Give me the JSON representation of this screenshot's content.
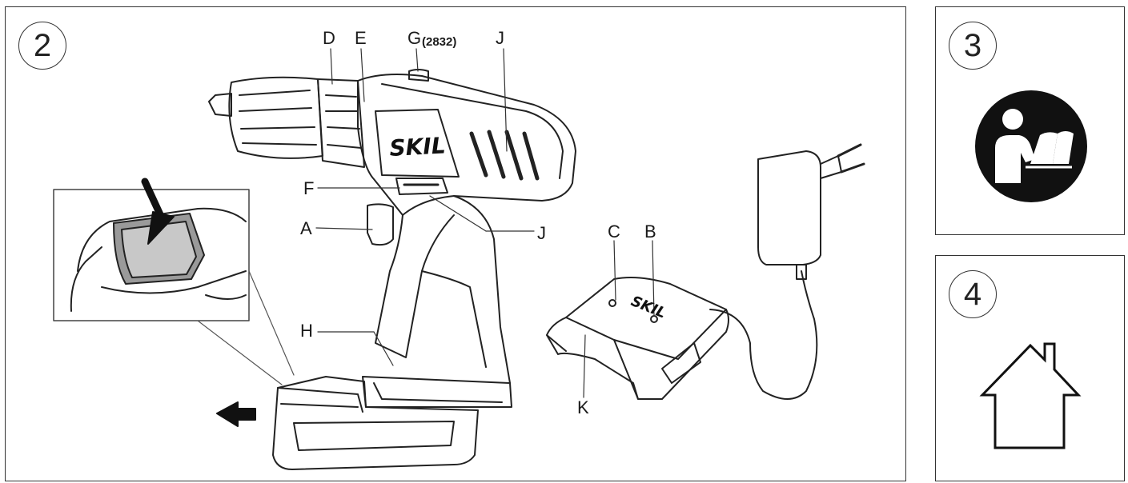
{
  "panels": {
    "p2": {
      "number": "2"
    },
    "p3": {
      "number": "3",
      "icon": "read-manual-icon"
    },
    "p4": {
      "number": "4",
      "icon": "house-icon"
    }
  },
  "labels": {
    "D": "D",
    "E": "E",
    "G": "G",
    "G_note": "(2832)",
    "J_top": "J",
    "F": "F",
    "J_bottom": "J",
    "A": "A",
    "H": "H",
    "C": "C",
    "B": "B",
    "K": "K"
  },
  "brand": {
    "drill": "SKIL",
    "charger": "SKIL"
  }
}
